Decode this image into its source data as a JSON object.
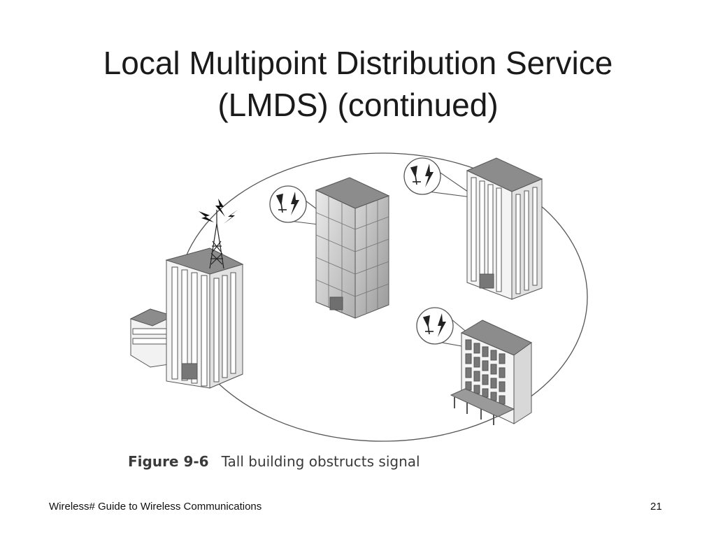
{
  "slide": {
    "title_line1": "Local Multipoint Distribution Service",
    "title_line2": "(LMDS) (continued)"
  },
  "figure": {
    "number": "Figure 9-6",
    "caption": "Tall building obstructs signal",
    "icons": [
      "transmitter-tower-icon",
      "receiver-dish-icon",
      "signal-bolt-icon",
      "office-building-icon"
    ]
  },
  "footer": {
    "course": "Wireless# Guide to Wireless Communications",
    "page_number": "21"
  },
  "colors": {
    "text": "#1a1a1a",
    "roof": "#8c8c8c",
    "outline": "#555555",
    "window": "#ffffff",
    "glass": "#b8b8b8"
  }
}
